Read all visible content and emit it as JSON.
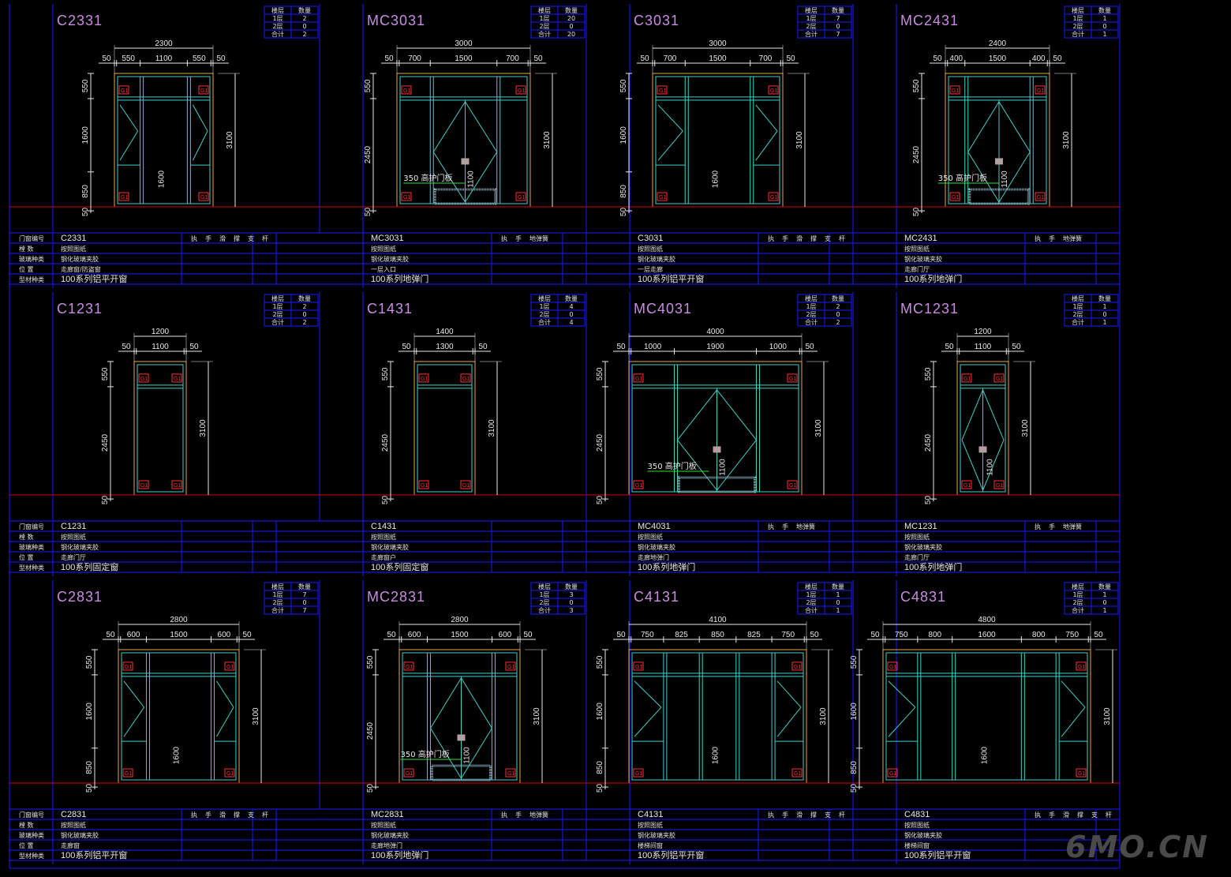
{
  "colors": {
    "grid": "#1a1aff",
    "frame": "#e7a94b",
    "glass": "#3fd0c8",
    "dim": "#e8e8e8",
    "tag": "#ff3030",
    "ground": "#d00000",
    "code": "#c88ce0",
    "rail": "#2ec4b6"
  },
  "headers": {
    "qty": [
      "楼层",
      "数量"
    ],
    "floors": [
      "1层",
      "2层",
      "合计"
    ],
    "table_labels": [
      "门窗编号",
      "樘 数",
      "玻璃种类",
      "位 置",
      "型材种类"
    ],
    "hardware_window": [
      "执",
      "手",
      "滑",
      "撑",
      "支",
      "杆"
    ],
    "hardware_door": [
      "执",
      "手",
      "地弹簧"
    ],
    "protect_note": "350 高护门板"
  },
  "cells": [
    {
      "code": "C2331",
      "qty": [
        "2",
        "0",
        "2"
      ],
      "total": "2300",
      "subs": [
        "50",
        "550",
        "1100",
        "550",
        "50"
      ],
      "height": "3100",
      "verts": [
        "550",
        "1600",
        "850",
        "50"
      ],
      "inner": "1600",
      "rows": [
        "C2331",
        "按照图纸",
        "钢化玻璃夹胶",
        "走廊窗/防盗窗",
        "100系列铝平开窗"
      ],
      "hw": "window"
    },
    {
      "code": "MC3031",
      "qty": [
        "20",
        "0",
        "20"
      ],
      "total": "3000",
      "subs": [
        "50",
        "700",
        "1500",
        "700",
        "50"
      ],
      "height": "3100",
      "verts": [
        "550",
        "2450",
        "50"
      ],
      "inner": "1100",
      "rows": [
        "MC3031",
        "按照图纸",
        "钢化玻璃夹胶",
        "一层入口",
        "100系列地弹门"
      ],
      "hw": "door",
      "protect": true
    },
    {
      "code": "C3031",
      "qty": [
        "7",
        "0",
        "7"
      ],
      "total": "3000",
      "subs": [
        "50",
        "700",
        "1500",
        "700",
        "50"
      ],
      "height": "3100",
      "verts": [
        "550",
        "1600",
        "850",
        "50"
      ],
      "inner": "1600",
      "rows": [
        "C3031",
        "按照图纸",
        "钢化玻璃夹胶",
        "一层走廊",
        "100系列铝平开窗"
      ],
      "hw": "window"
    },
    {
      "code": "MC2431",
      "qty": [
        "1",
        "0",
        "1"
      ],
      "total": "2400",
      "subs": [
        "50",
        "400",
        "1500",
        "400",
        "50"
      ],
      "height": "3100",
      "verts": [
        "550",
        "2450",
        "50"
      ],
      "inner": "1100",
      "rows": [
        "MC2431",
        "按照图纸",
        "钢化玻璃夹胶",
        "走廊门厅",
        "100系列地弹门"
      ],
      "hw": "door",
      "protect": true
    },
    {
      "code": "C1231",
      "qty": [
        "2",
        "0",
        "2"
      ],
      "total": "1200",
      "subs": [
        "50",
        "1100",
        "50"
      ],
      "height": "3100",
      "verts": [
        "550",
        "2450",
        "50"
      ],
      "rows": [
        "C1231",
        "按照图纸",
        "钢化玻璃夹胶",
        "走廊门厅",
        "100系列固定窗"
      ],
      "hw": "none"
    },
    {
      "code": "C1431",
      "qty": [
        "4",
        "0",
        "4"
      ],
      "total": "1400",
      "subs": [
        "50",
        "1300",
        "50"
      ],
      "height": "3100",
      "verts": [
        "550",
        "2450",
        "50"
      ],
      "rows": [
        "C1431",
        "按照图纸",
        "钢化玻璃夹胶",
        "走廊窗户",
        "100系列固定窗"
      ],
      "hw": "none"
    },
    {
      "code": "MC4031",
      "qty": [
        "2",
        "0",
        "2"
      ],
      "total": "4000",
      "subs": [
        "50",
        "1000",
        "1900",
        "1000",
        "50"
      ],
      "height": "3100",
      "verts": [
        "550",
        "2450",
        "50"
      ],
      "inner": "1100",
      "rows": [
        "MC4031",
        "按照图纸",
        "钢化玻璃夹胶",
        "走廊地弹门",
        "100系列地弹门"
      ],
      "hw": "door",
      "protect": true
    },
    {
      "code": "MC1231",
      "qty": [
        "1",
        "0",
        "1"
      ],
      "total": "1200",
      "subs": [
        "50",
        "1100",
        "50"
      ],
      "height": "3100",
      "verts": [
        "550",
        "2450",
        "50"
      ],
      "inner": "1100",
      "rows": [
        "MC1231",
        "按照图纸",
        "钢化玻璃夹胶",
        "走廊门厅",
        "100系列地弹门"
      ],
      "hw": "door"
    },
    {
      "code": "C2831",
      "qty": [
        "7",
        "0",
        "7"
      ],
      "total": "2800",
      "subs": [
        "50",
        "600",
        "1500",
        "600",
        "50"
      ],
      "height": "3100",
      "verts": [
        "550",
        "1600",
        "850",
        "50"
      ],
      "inner": "1600",
      "rows": [
        "C2831",
        "按照图纸",
        "钢化玻璃夹胶",
        "走廊窗",
        "100系列铝平开窗"
      ],
      "hw": "window"
    },
    {
      "code": "MC2831",
      "qty": [
        "3",
        "0",
        "3"
      ],
      "total": "2800",
      "subs": [
        "50",
        "600",
        "1500",
        "600",
        "50"
      ],
      "height": "3100",
      "verts": [
        "550",
        "2450",
        "50"
      ],
      "inner": "1100",
      "rows": [
        "MC2831",
        "按照图纸",
        "钢化玻璃夹胶",
        "走廊地弹门",
        "100系列地弹门"
      ],
      "hw": "door",
      "protect": true
    },
    {
      "code": "C4131",
      "qty": [
        "1",
        "0",
        "1"
      ],
      "total": "4100",
      "subs": [
        "50",
        "750",
        "825",
        "850",
        "825",
        "750",
        "50"
      ],
      "height": "3100",
      "verts": [
        "550",
        "1600",
        "850",
        "50"
      ],
      "inner": "1600",
      "rows": [
        "C4131",
        "按照图纸",
        "钢化玻璃夹胶",
        "楼梯间窗",
        "100系列铝平开窗"
      ],
      "hw": "window"
    },
    {
      "code": "C4831",
      "qty": [
        "1",
        "0",
        "1"
      ],
      "total": "4800",
      "subs": [
        "50",
        "750",
        "800",
        "1600",
        "800",
        "750",
        "50"
      ],
      "height": "3100",
      "verts": [
        "550",
        "1600",
        "850",
        "50"
      ],
      "inner": "1600",
      "rows": [
        "C4831",
        "按照图纸",
        "钢化玻璃夹胶",
        "楼梯间窗",
        "100系列铝平开窗"
      ],
      "hw": "window"
    }
  ],
  "watermark": "6MO.CN"
}
